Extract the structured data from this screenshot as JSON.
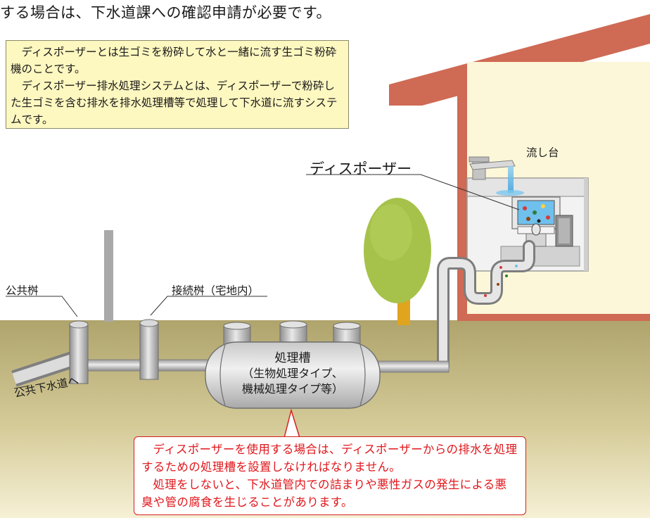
{
  "heading": "する場合は、下水道課への確認申請が必要です。",
  "note": {
    "p1": "ディスポーザーとは生ゴミを粉砕して水と一緒に流す生ゴミ粉砕機のことです。",
    "p2": "ディスポーザー排水処理システムとは、ディスポーザーで粉砕した生ゴミを含む排水を排水処理槽等で処理して下水道に流すシステムです。"
  },
  "labels": {
    "sink": "流し台",
    "disposer": "ディスポーザー",
    "public_basin": "公共桝",
    "connection_basin": "接続桝（宅地内）",
    "to_sewer": "公共下水道へ",
    "tank_title": "処理槽",
    "tank_line1": "（生物処理タイプ、",
    "tank_line2": "機械処理タイプ等）"
  },
  "callout": {
    "p1": "ディスポーザーを使用する場合は、ディスポーザーからの排水を処理するための処理槽を設置しなければなりません。",
    "p2": "処理をしないと、下水道管内での詰まりや悪性ガスの発生による悪臭や管の腐食を生じることがあります。"
  },
  "colors": {
    "ground": "#b5ab76",
    "roof": "#cf6a54",
    "wall": "#fcf7d8",
    "pipe": "#b8b8b8",
    "callout_text": "#e0161b",
    "note_bg": "#fdf7c0"
  }
}
